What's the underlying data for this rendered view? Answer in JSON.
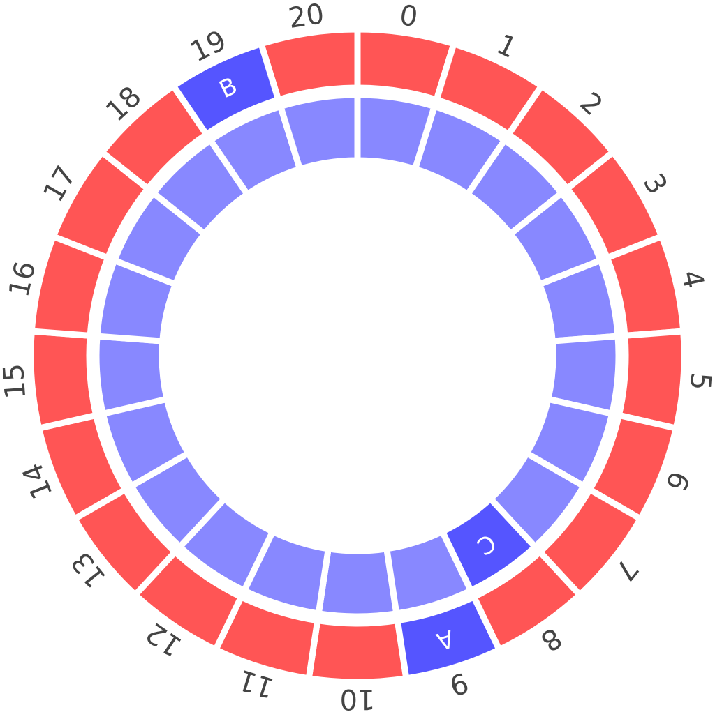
{
  "diagram": {
    "segment_count": 21,
    "position_labels": [
      "0",
      "1",
      "2",
      "3",
      "4",
      "5",
      "6",
      "7",
      "8",
      "9",
      "10",
      "11",
      "12",
      "13",
      "14",
      "15",
      "16",
      "17",
      "18",
      "19",
      "20"
    ],
    "colors": {
      "outer_default": "#ff5555",
      "inner_default": "#8888ff",
      "highlight": "#5555ff",
      "label": "#444444",
      "segment_text": "#ffffff"
    },
    "outer_ring": {
      "highlighted": [
        {
          "index": 9,
          "text": "A"
        },
        {
          "index": 19,
          "text": "B"
        }
      ]
    },
    "inner_ring": {
      "highlighted": [
        {
          "index": 8,
          "text": "C"
        }
      ]
    }
  }
}
